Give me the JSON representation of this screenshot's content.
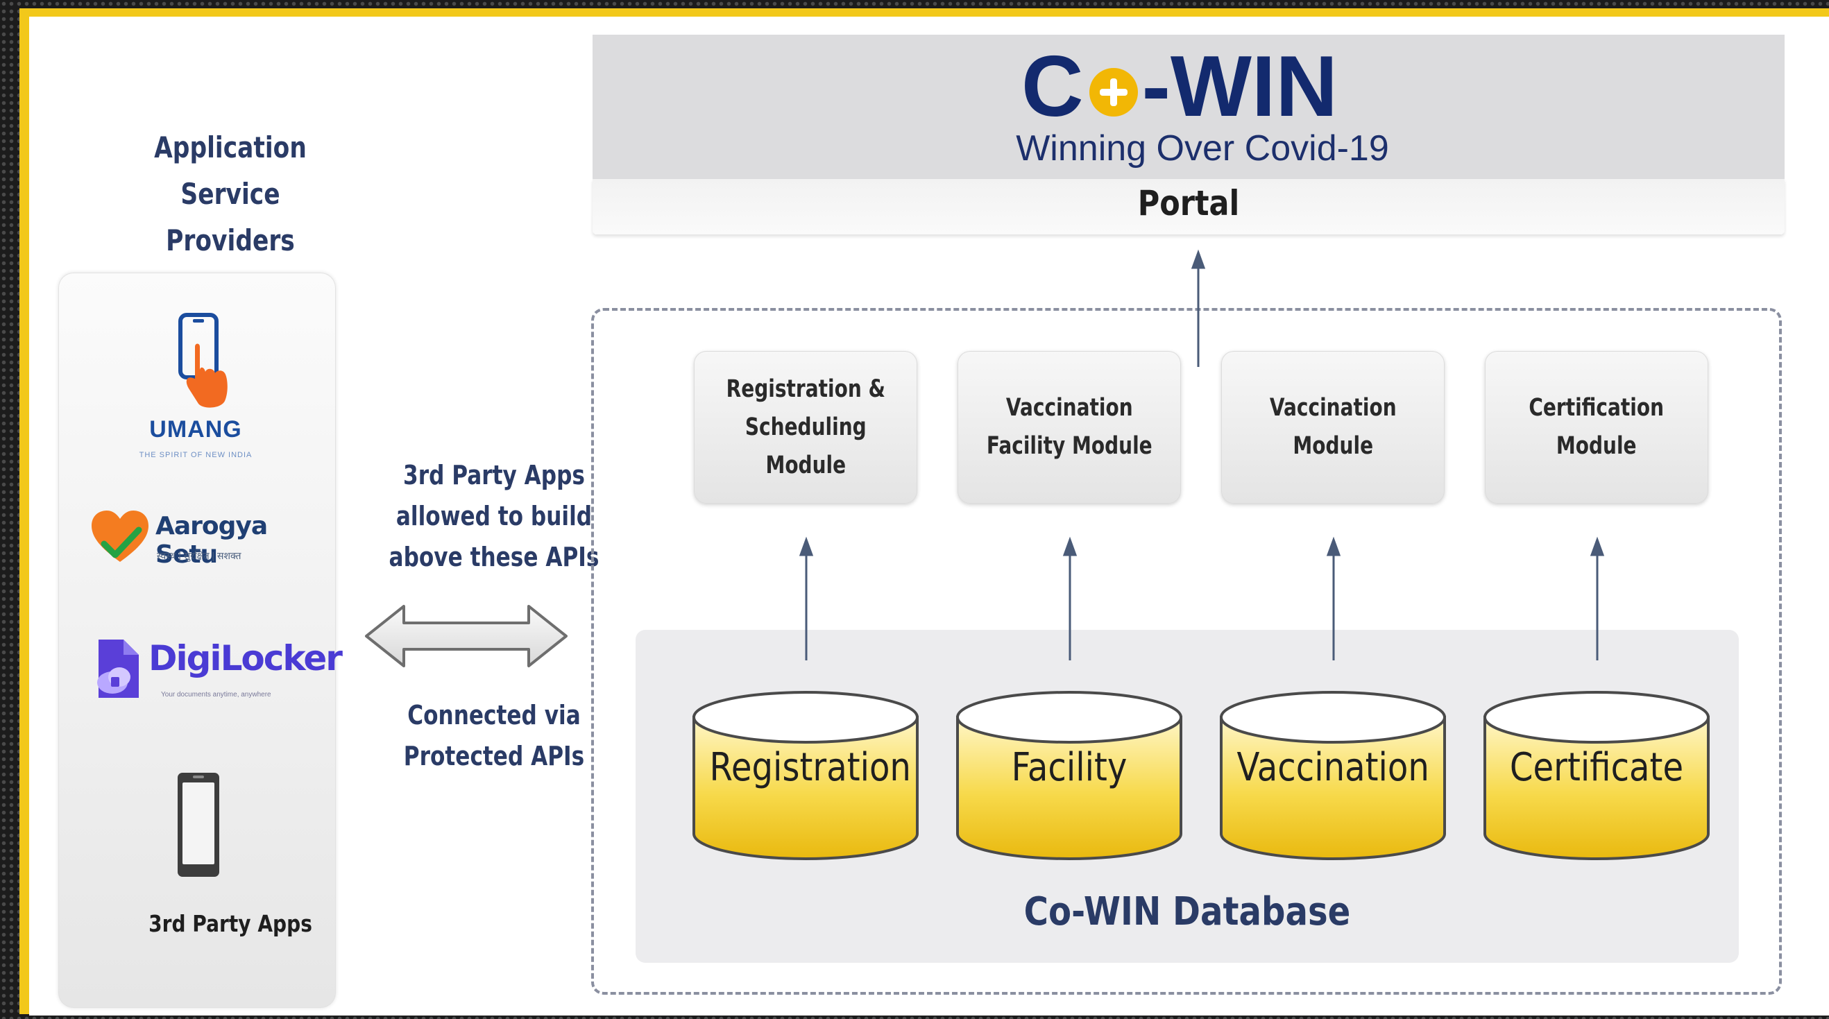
{
  "left_panel": {
    "title_lines": [
      "Application",
      "Service",
      "Providers"
    ],
    "apps": {
      "umang": {
        "name": "UMANG",
        "tagline": "THE SPIRIT OF NEW INDIA"
      },
      "aarogya": {
        "name": "Aarogya Setu",
        "tagline": "स्वस्थ | सुरक्षित | सशक्त"
      },
      "digilocker": {
        "name": "DigiLocker",
        "tagline": "Your documents anytime, anywhere"
      },
      "third_party": {
        "name": "3rd Party Apps"
      }
    }
  },
  "connector": {
    "top_lines": [
      "3rd Party Apps",
      "allowed to build",
      "above these APIs"
    ],
    "bottom_lines": [
      "Connected via",
      "Protected APIs"
    ]
  },
  "header": {
    "logo_left": "C",
    "logo_right": "-WIN",
    "tagline": "Winning Over Covid-19",
    "portal_label": "Portal"
  },
  "modules": [
    {
      "lines": [
        "Registration &",
        "Scheduling",
        "Module"
      ]
    },
    {
      "lines": [
        "Vaccination",
        "Facility Module"
      ]
    },
    {
      "lines": [
        "Vaccination",
        "Module"
      ]
    },
    {
      "lines": [
        "Certification",
        "Module"
      ]
    }
  ],
  "databases": [
    "Registration",
    "Facility",
    "Vaccination",
    "Certificate"
  ],
  "database_label": "Co-WIN Database",
  "colors": {
    "frame": "#f2c81a",
    "navy": "#132a6e",
    "logo_plus": "#f2b705",
    "cylinder_top": "#fff6c8",
    "cylinder_bottom": "#e9b90f"
  }
}
